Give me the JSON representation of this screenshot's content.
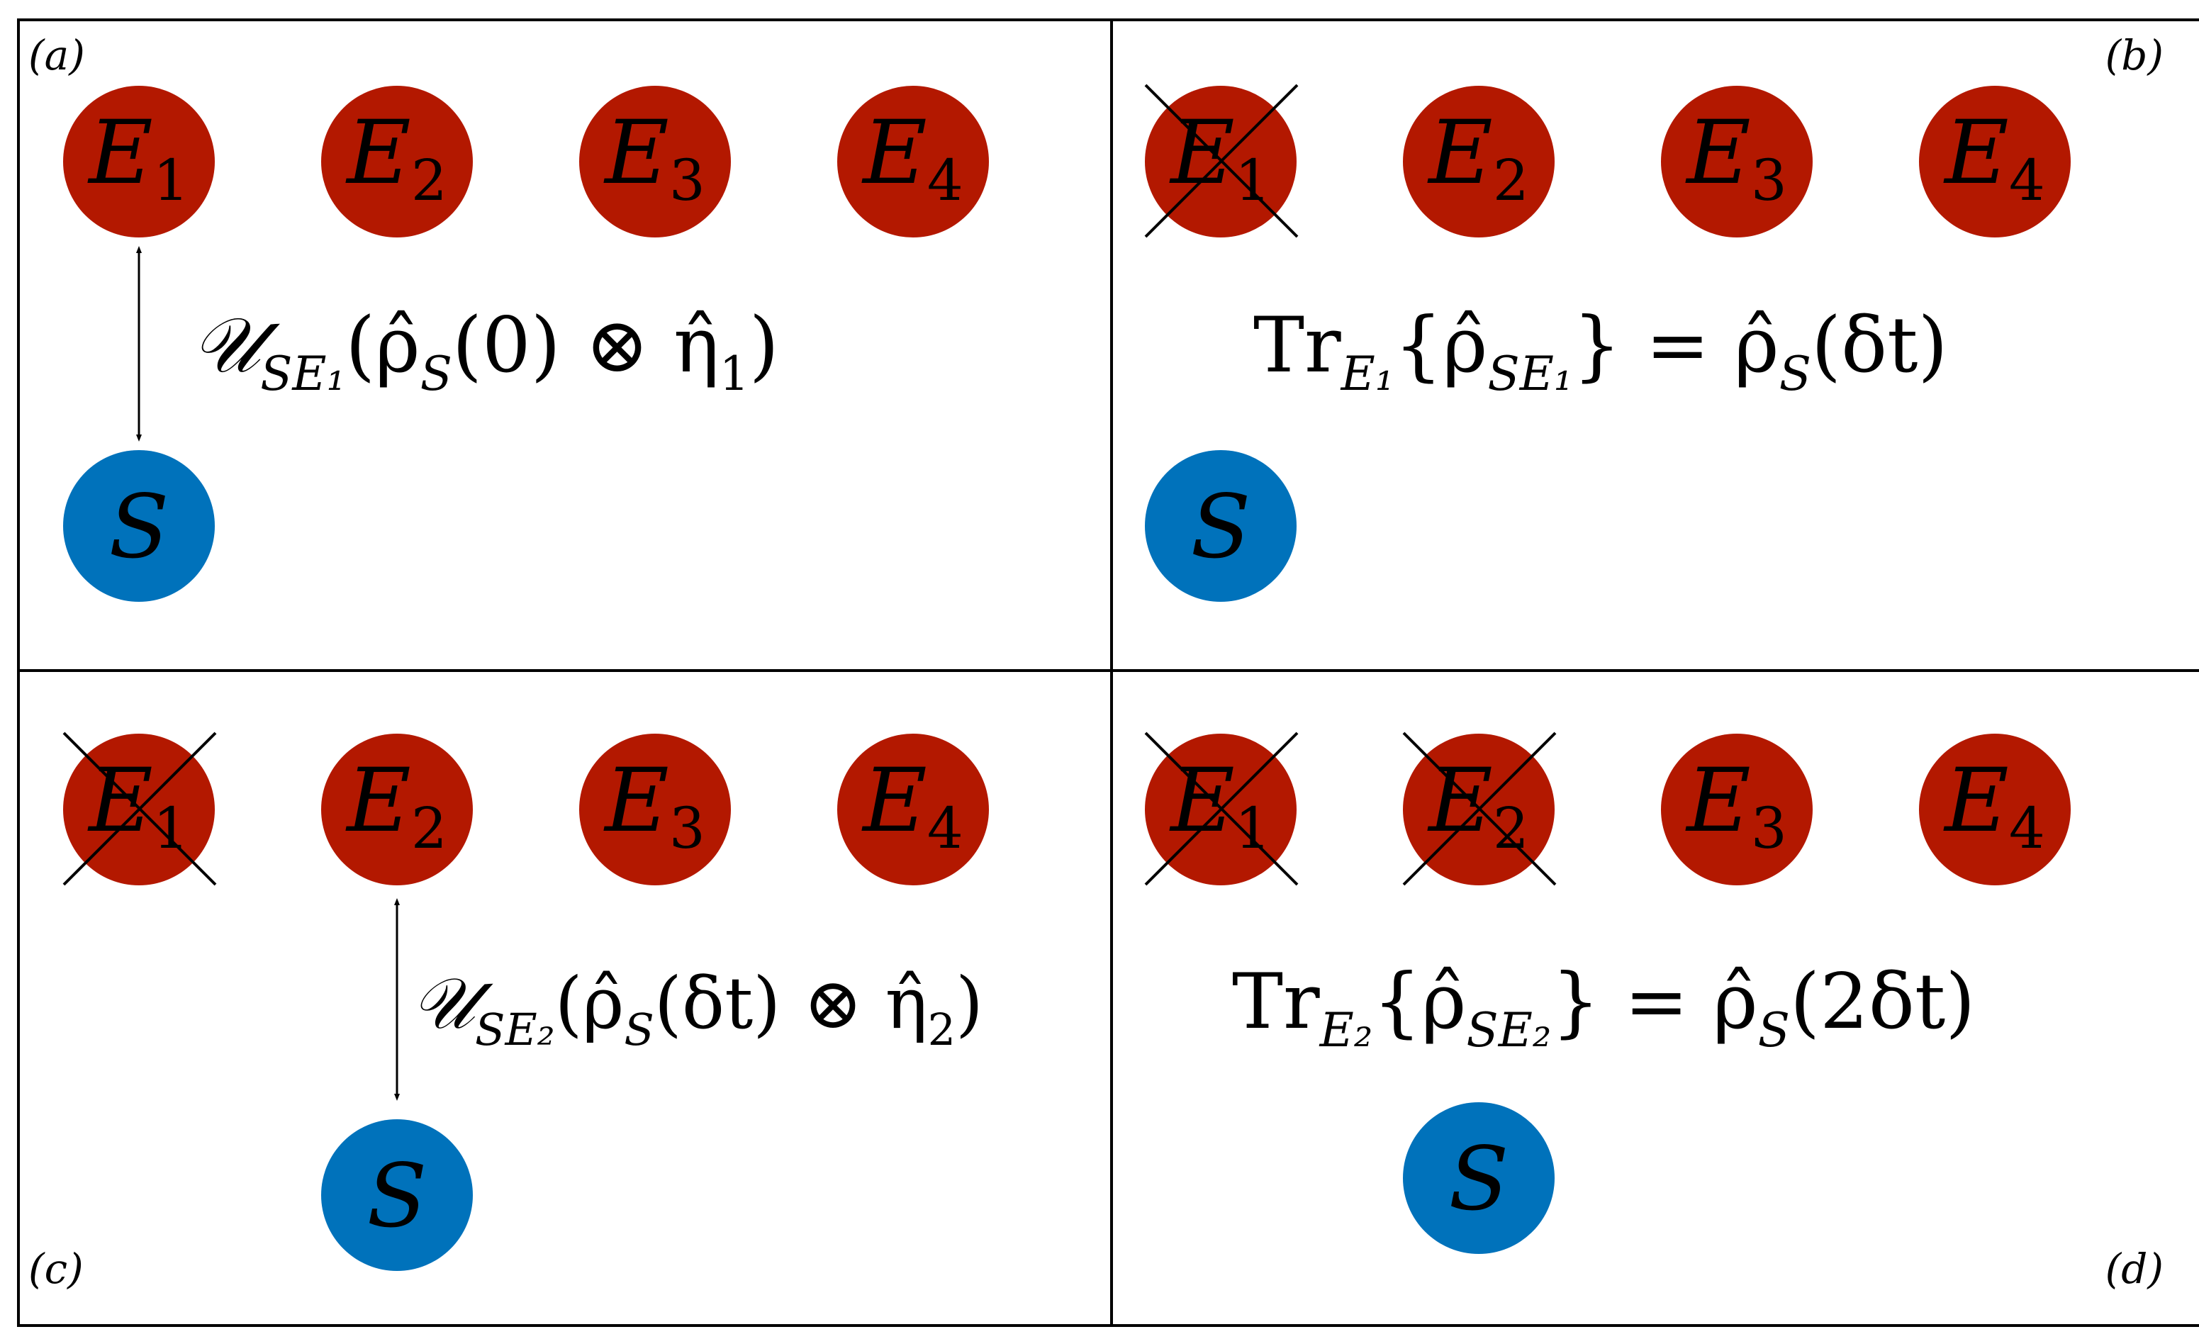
{
  "colors": {
    "environment": "#b31800",
    "system": "#0072bb",
    "border": "#000000",
    "text": "#000000"
  },
  "panels": [
    {
      "tag": "(a)",
      "environment": [
        {
          "base": "E",
          "sub": "1",
          "crossed": false
        },
        {
          "base": "E",
          "sub": "2",
          "crossed": false
        },
        {
          "base": "E",
          "sub": "3",
          "crossed": false
        },
        {
          "base": "E",
          "sub": "4",
          "crossed": false
        }
      ],
      "system": "S",
      "interaction_arrow": true,
      "equation": {
        "text": "𝒰",
        "sub": "SE₁",
        "rest": "(ρ̂",
        "rest_sub": "S",
        "rest2": "(0) ⊗ η̂",
        "rest2_sub": "1",
        "close": ")"
      }
    },
    {
      "tag": "(b)",
      "environment": [
        {
          "base": "E",
          "sub": "1",
          "crossed": true
        },
        {
          "base": "E",
          "sub": "2",
          "crossed": false
        },
        {
          "base": "E",
          "sub": "3",
          "crossed": false
        },
        {
          "base": "E",
          "sub": "4",
          "crossed": false
        }
      ],
      "system": "S",
      "interaction_arrow": false,
      "equation": {
        "text": "Tr",
        "sub": "E₁",
        "rest": "{ρ̂",
        "rest_sub": "SE₁",
        "rest2": "} = ρ̂",
        "rest2_sub": "S",
        "close": "(δt)"
      }
    },
    {
      "tag": "(c)",
      "environment": [
        {
          "base": "E",
          "sub": "1",
          "crossed": true
        },
        {
          "base": "E",
          "sub": "2",
          "crossed": false
        },
        {
          "base": "E",
          "sub": "3",
          "crossed": false
        },
        {
          "base": "E",
          "sub": "4",
          "crossed": false
        }
      ],
      "system": "S",
      "interaction_arrow": true,
      "equation": {
        "text": "𝒰",
        "sub": "SE₂",
        "rest": "(ρ̂",
        "rest_sub": "S",
        "rest2": "(δt) ⊗ η̂",
        "rest2_sub": "2",
        "close": ")"
      }
    },
    {
      "tag": "(d)",
      "environment": [
        {
          "base": "E",
          "sub": "1",
          "crossed": true
        },
        {
          "base": "E",
          "sub": "2",
          "crossed": true
        },
        {
          "base": "E",
          "sub": "3",
          "crossed": false
        },
        {
          "base": "E",
          "sub": "4",
          "crossed": false
        }
      ],
      "system": "S",
      "interaction_arrow": false,
      "equation": {
        "text": "Tr",
        "sub": "E₂",
        "rest": "{ρ̂",
        "rest_sub": "SE₂",
        "rest2": "} = ρ̂",
        "rest2_sub": "S",
        "close": "(2δt)"
      }
    }
  ]
}
